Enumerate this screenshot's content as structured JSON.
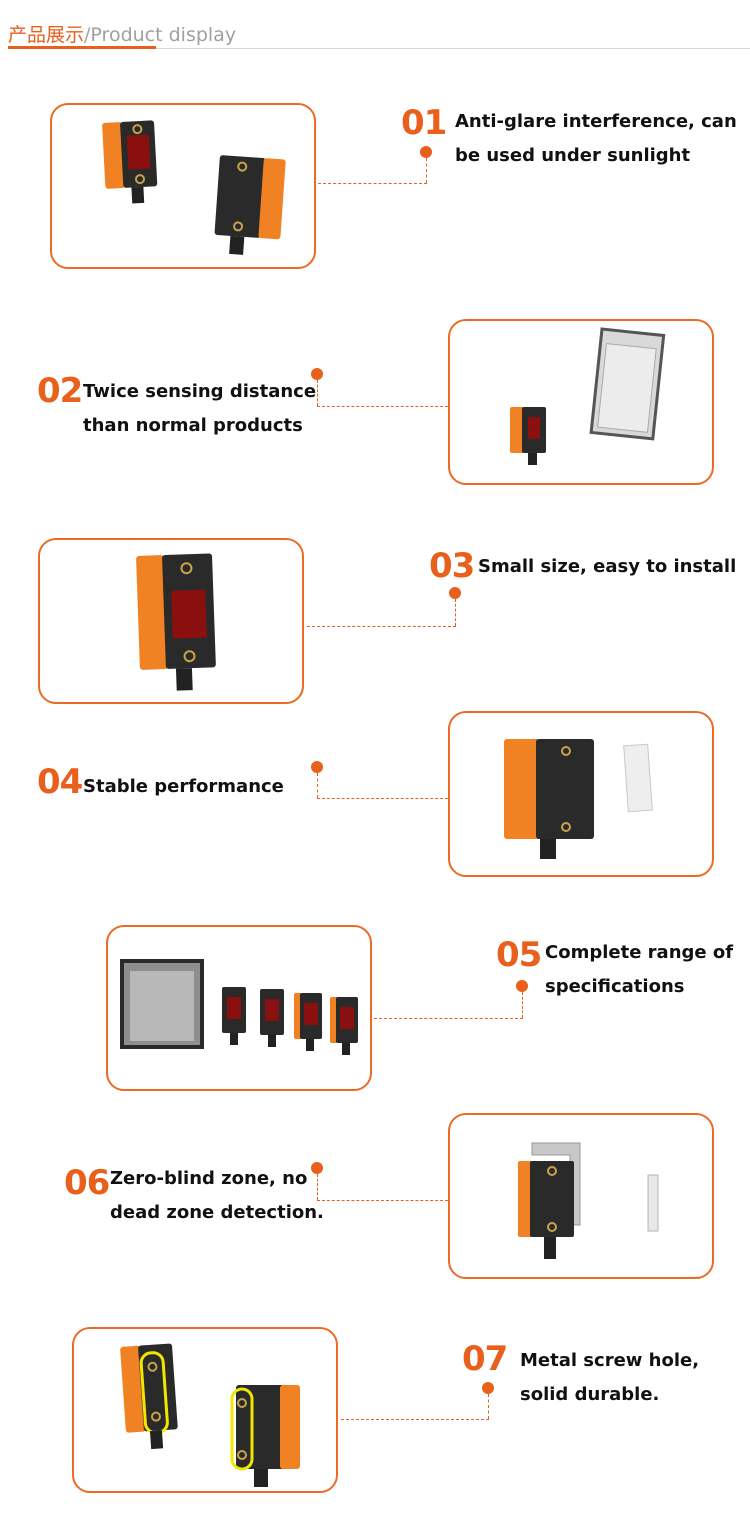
{
  "header": {
    "title_cn": "产品展示",
    "separator": "/",
    "title_en": "Product display"
  },
  "features": [
    {
      "number": "01",
      "line1": "Anti-glare interference, can",
      "line2": "be used under sunlight"
    },
    {
      "number": "02",
      "line1": "Twice sensing distance",
      "line2": "than normal products"
    },
    {
      "number": "03",
      "line1": "Small size, easy to install",
      "line2": ""
    },
    {
      "number": "04",
      "line1": "Stable performance",
      "line2": ""
    },
    {
      "number": "05",
      "line1": "Complete range of",
      "line2": "specifications"
    },
    {
      "number": "06",
      "line1": "Zero-blind zone, no",
      "line2": "dead zone detection."
    },
    {
      "number": "07",
      "line1": "Metal screw hole,",
      "line2": "solid durable."
    }
  ],
  "colors": {
    "accent": "#e8601c",
    "sensor_body": "#f08224",
    "sensor_face": "#2a2a2a",
    "highlight": "#f2e600"
  }
}
